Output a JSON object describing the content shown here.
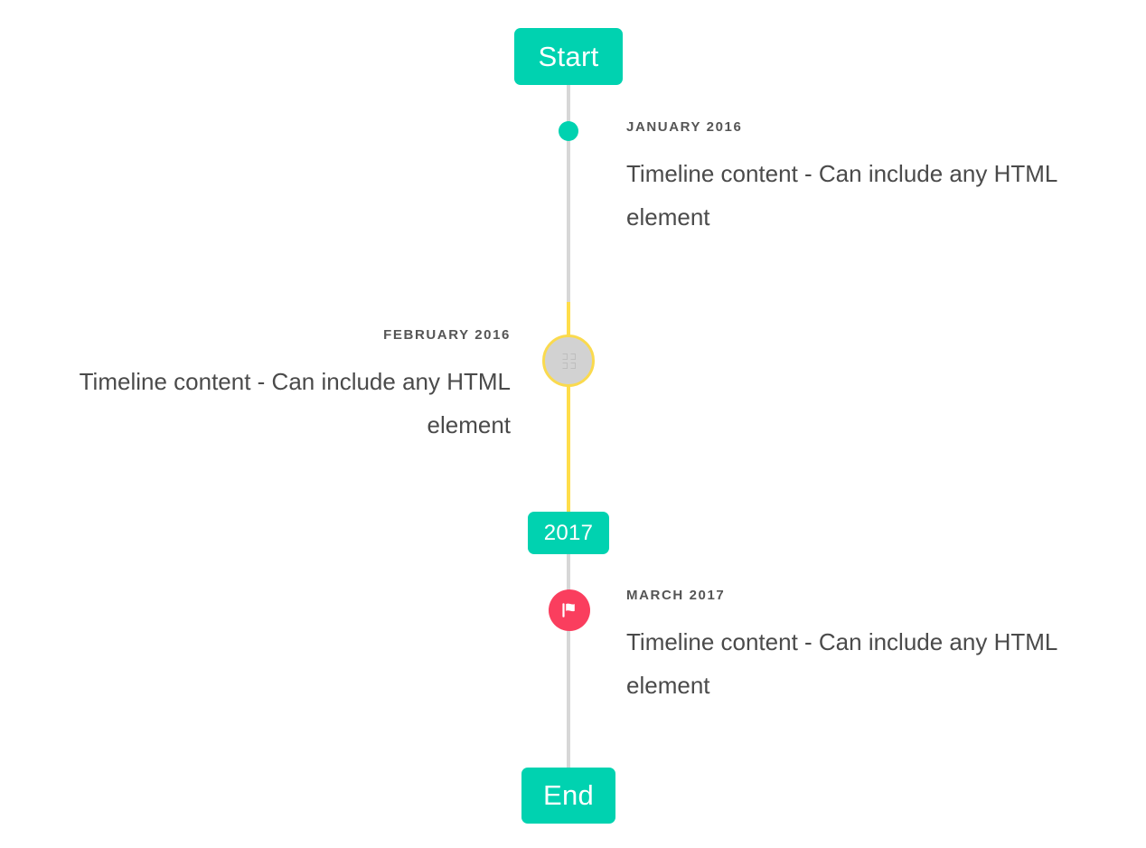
{
  "page": {
    "title": "Vertical Timeline",
    "background": "#ffffff"
  },
  "colors": {
    "accent_teal": "#00d2b0",
    "line_grey": "#d7d7d7",
    "line_yellow": "#ffdd4a",
    "marker_grey": "#d2d2d2",
    "marker_ring_yellow": "#fada4e",
    "marker_pink": "#fa3e5e",
    "text_dark": "#4a4a4a",
    "date_grey": "#555555"
  },
  "timeline": {
    "start_label": "Start",
    "end_label": "End",
    "year_divider_label": "2017",
    "entries": [
      {
        "date": "JANUARY 2016",
        "body": "Timeline content - Can include any HTML element",
        "side": "right",
        "marker": "teal-dot"
      },
      {
        "date": "FEBRUARY 2016",
        "body": "Timeline content - Can include any HTML element",
        "side": "left",
        "marker": "grey-ring-placeholder"
      },
      {
        "date": "MARCH 2017",
        "body": "Timeline content - Can include any HTML element",
        "side": "right",
        "marker": "pink-flag"
      }
    ]
  }
}
